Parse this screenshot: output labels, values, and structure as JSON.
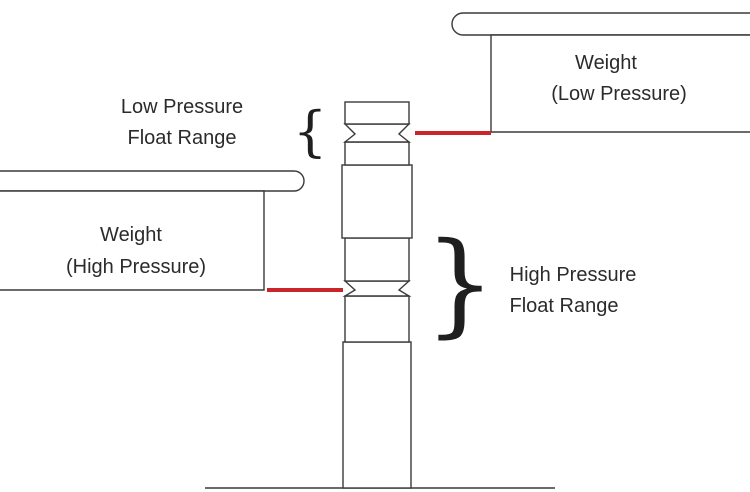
{
  "labels": {
    "low_range_line1": "Low Pressure",
    "low_range_line2": "Float Range",
    "weight_low_line1": "Weight",
    "weight_low_line2": "(Low Pressure)",
    "weight_high_line1": "Weight",
    "weight_high_line2": "(High Pressure)",
    "high_range_line1": "High Pressure",
    "high_range_line2": "Float Range"
  },
  "colors": {
    "outline": "#3a3a3a",
    "marker": "#c8262b",
    "text": "#2b2b2b"
  }
}
